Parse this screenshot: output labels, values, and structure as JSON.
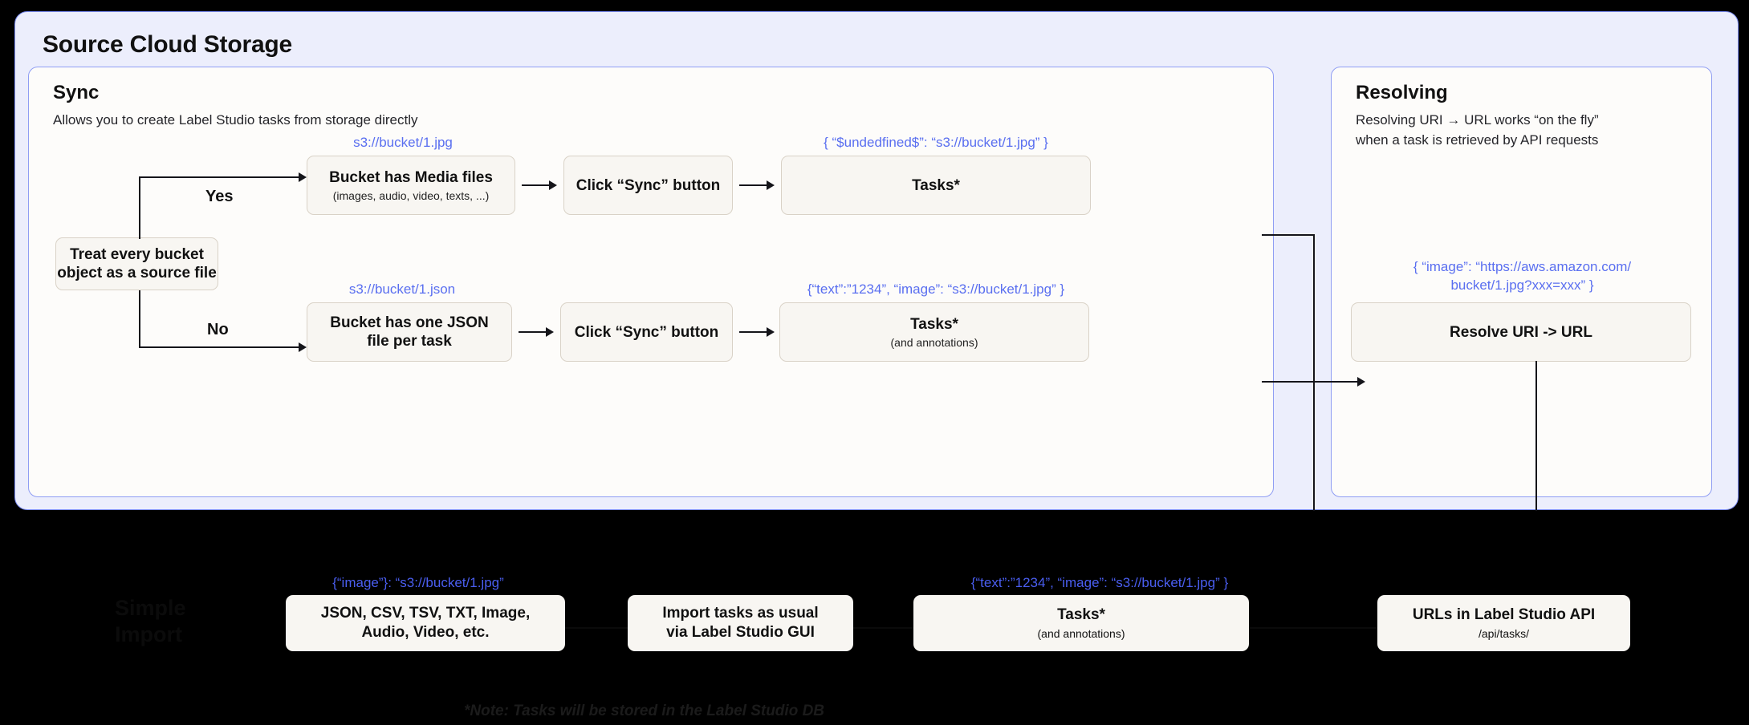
{
  "outer_panel": {
    "title": "Source Cloud Storage"
  },
  "sync_panel": {
    "heading": "Sync",
    "subtitle": "Allows you to create Label Studio tasks from storage directly",
    "yes_label": "Yes",
    "no_label": "No",
    "decision": {
      "line1": "Treat every bucket",
      "line2": "object as a source file"
    },
    "yes_branch": {
      "caption": "s3://bucket/1.jpg",
      "box1_title": "Bucket has Media files",
      "box1_sub": "(images, audio, video, texts, ...)",
      "box2_title": "Click “Sync” button",
      "result_caption": "{ “$undedfined$”: “s3://bucket/1.jpg” }",
      "result_title": "Tasks*"
    },
    "no_branch": {
      "caption": "s3://bucket/1.json",
      "box1_title": "Bucket has one JSON\nfile per task",
      "box2_title": "Click “Sync” button",
      "result_caption": "{“text”:”1234”,  “image”: “s3://bucket/1.jpg” }",
      "result_title": "Tasks*",
      "result_sub": "(and annotations)"
    }
  },
  "resolve_panel": {
    "heading": "Resolving",
    "subtitle": "Resolving URI → URL works “on the fly”\nwhen a task is retrieved by API requests",
    "caption": "{ “image”: “https://aws.amazon.com/\nbucket/1.jpg?xxx=xxx” }",
    "box_title": "Resolve URI -> URL"
  },
  "import_section": {
    "label": "Simple\nImport",
    "formats_caption": "{“image”}: “s3://bucket/1.jpg”",
    "formats_title": "JSON, CSV, TSV, TXT, Image,\nAudio, Video, etc.",
    "import_title": "Import tasks as usual\nvia Label Studio GUI",
    "tasks_caption": "{“text”:”1234”,  “image”: “s3://bucket/1.jpg” }",
    "tasks_title": "Tasks*",
    "tasks_sub": "(and annotations)",
    "api_title": "URLs in Label Studio API",
    "api_sub": "/api/tasks/",
    "footnote": "*Note: Tasks will be stored in the Label Studio DB"
  },
  "colors": {
    "panel_background": "#eceefc",
    "panel_border": "#7b8cf2",
    "node_background": "#f8f6f2",
    "accent_blue": "#5a6ff0",
    "dark_background": "#000000"
  }
}
